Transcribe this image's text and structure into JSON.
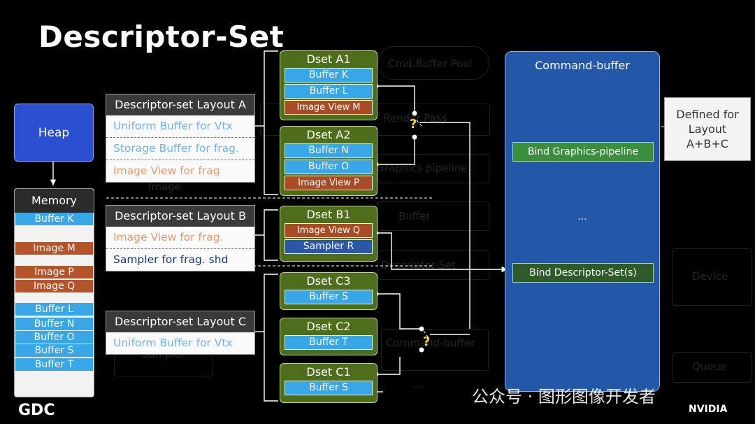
{
  "title": "Descriptor-Set",
  "heap": "Heap",
  "memory": {
    "title": "Memory",
    "cells": [
      {
        "label": "Buffer K",
        "kind": "buf"
      },
      {
        "label": "Image M",
        "kind": "img"
      },
      {
        "label": "Image P",
        "kind": "img"
      },
      {
        "label": "Image Q",
        "kind": "img"
      },
      {
        "label": "Buffer L",
        "kind": "buf"
      },
      {
        "label": "Buffer N",
        "kind": "buf"
      },
      {
        "label": "Buffer O",
        "kind": "buf"
      },
      {
        "label": "Buffer S",
        "kind": "buf"
      },
      {
        "label": "Buffer T",
        "kind": "buf"
      }
    ]
  },
  "layouts": [
    {
      "title": "Descriptor-set Layout A",
      "rows": [
        "Uniform Buffer for Vtx",
        "Storage Buffer for frag.",
        "Image View for frag"
      ]
    },
    {
      "title": "Descriptor-set Layout B",
      "rows": [
        "Image View for frag.",
        "Sampler for frag. shd"
      ]
    },
    {
      "title": "Descriptor-set Layout C",
      "rows": [
        "Uniform Buffer for Vtx"
      ]
    }
  ],
  "dsets": [
    {
      "title": "Dset A1",
      "items": [
        "Buffer K",
        "Buffer L",
        "Image View M"
      ]
    },
    {
      "title": "Dset A2",
      "items": [
        "Buffer N",
        "Buffer O",
        "Image View P"
      ]
    },
    {
      "title": "Dset B1",
      "items": [
        "Image View Q",
        "Sampler R"
      ]
    },
    {
      "title": "Dset C3",
      "items": [
        "Buffer S"
      ]
    },
    {
      "title": "Dset C2",
      "items": [
        "Buffer T"
      ]
    },
    {
      "title": "Dset C1",
      "items": [
        "Buffer S"
      ]
    }
  ],
  "command_buffer": {
    "title": "Command-buffer",
    "bind_pipeline": "Bind Graphics-pipeline",
    "ellipsis": "...",
    "bind_dsets": "Bind Descriptor-Set(s)"
  },
  "defined_for": "Defined for Layout A+B+C",
  "question_mark": "?",
  "background_slide": [
    "Cmd.Buffer Pool",
    "Render Pass",
    "Graphics pipeline",
    "Image",
    "Buffer",
    "Descriptor-Set",
    "Command-buffer",
    "Device",
    "Queue",
    "Sampler",
    "..."
  ],
  "footer": {
    "gdc_logo": "GDC",
    "watermark": "公众号 · 图形图像开发者",
    "nvidia": "NVIDIA"
  }
}
